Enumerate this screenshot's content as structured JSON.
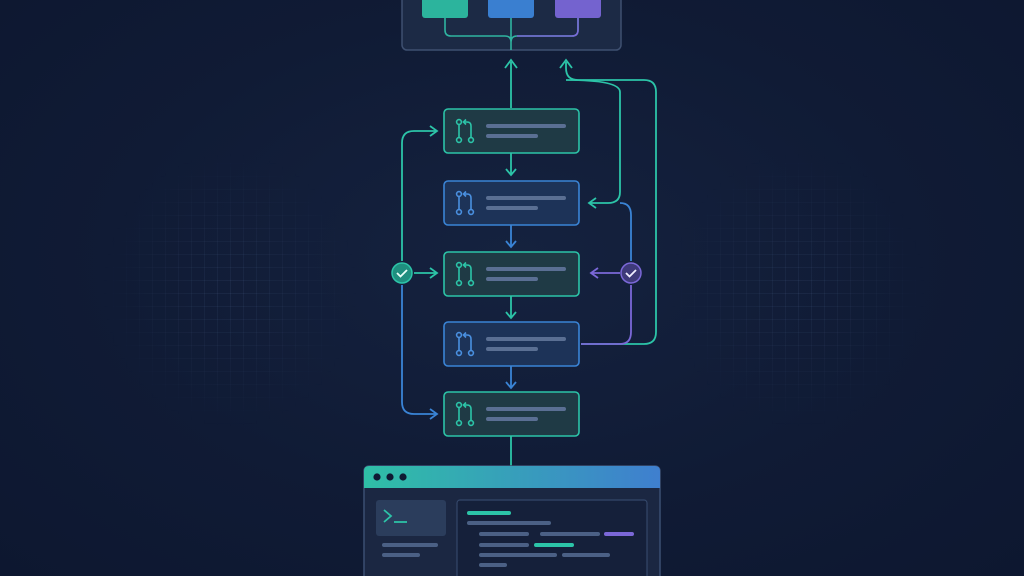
{
  "palette": {
    "background": "#0f1a33",
    "teal": "#2cc4a8",
    "blue": "#3a84d6",
    "purple": "#7b68d8",
    "node_fill_teal": "#1f3a45",
    "node_fill_blue": "#1d3358",
    "placeholder_line": "#5a6f93"
  },
  "top_panel": {
    "swatches": [
      "teal",
      "blue",
      "purple"
    ]
  },
  "pipeline": {
    "nodes": [
      {
        "id": "step-1",
        "icon": "git-pull-request-icon",
        "color": "teal"
      },
      {
        "id": "step-2",
        "icon": "git-pull-request-icon",
        "color": "blue"
      },
      {
        "id": "step-3",
        "icon": "git-pull-request-icon",
        "color": "teal"
      },
      {
        "id": "step-4",
        "icon": "git-pull-request-icon",
        "color": "blue"
      },
      {
        "id": "step-5",
        "icon": "git-pull-request-icon",
        "color": "teal"
      }
    ],
    "left_check": {
      "icon": "check-icon",
      "color": "teal"
    },
    "right_check": {
      "icon": "check-icon",
      "color": "purple"
    }
  },
  "terminal": {
    "window_dots": 3,
    "prompt_icon": "terminal-prompt-icon"
  }
}
